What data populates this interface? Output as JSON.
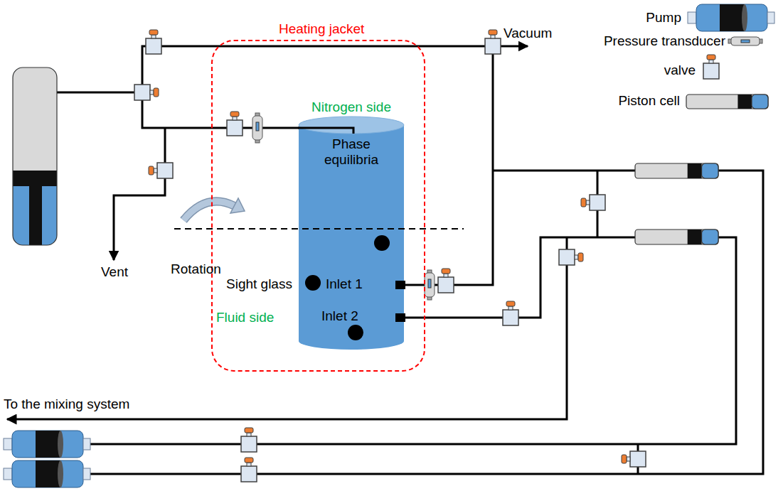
{
  "diagram": {
    "nodes": [
      {
        "text": [
          "Heating jacket"
        ]
      },
      {
        "text": [
          "Nitrogen side",
          "Phase equilibria",
          "Inlet 1",
          "Inlet 2"
        ],
        "in": 0
      }
    ],
    "labels": [
      "Vacuum",
      "Vent",
      "Rotation",
      "Sight glass",
      "Fluid side",
      "To the mixing system"
    ],
    "legend": [
      {
        "text": "Pump"
      },
      {
        "text": "Pressure transducer"
      },
      {
        "text": "valve"
      },
      {
        "text": "Piston cell"
      }
    ]
  }
}
